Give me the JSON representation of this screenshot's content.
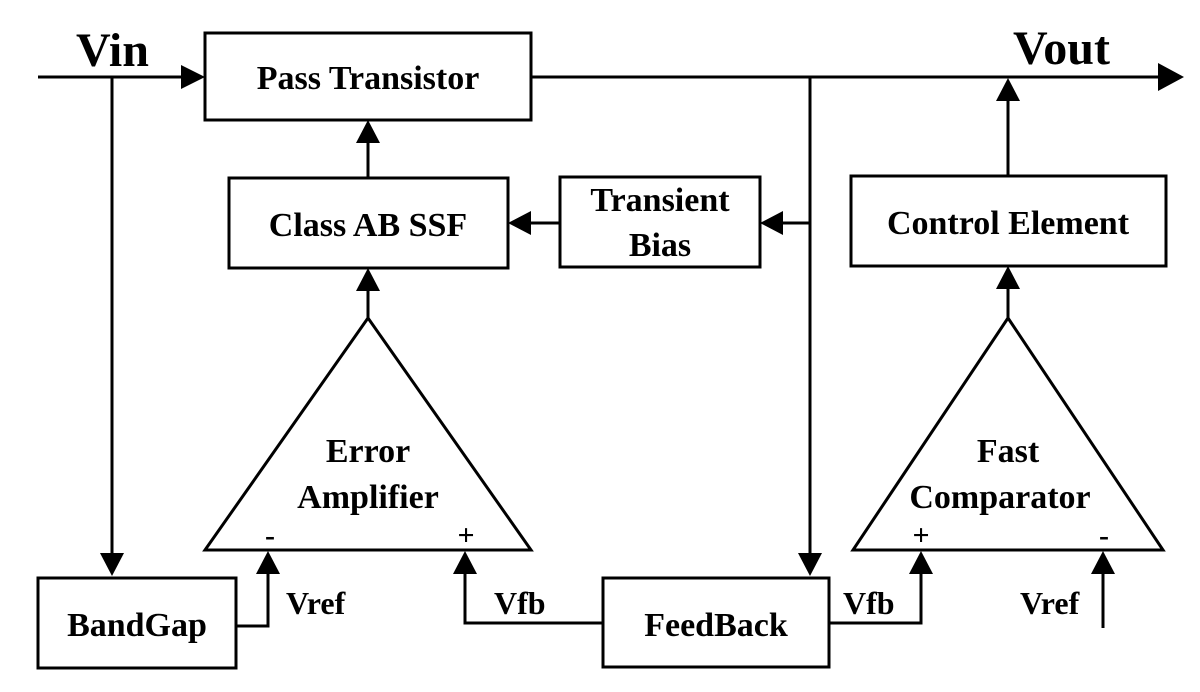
{
  "diagram": {
    "inputs": {
      "vin": "Vin",
      "vout": "Vout"
    },
    "blocks": {
      "pass_transistor": "Pass Transistor",
      "class_ab_ssf": "Class AB SSF",
      "transient_bias": [
        "Transient",
        "Bias"
      ],
      "control_element": "Control Element",
      "bandgap": "BandGap",
      "feedback": "FeedBack"
    },
    "amplifiers": {
      "error_amplifier": {
        "label": [
          "Error",
          "Amplifier"
        ],
        "neg": "-",
        "pos": "+"
      },
      "fast_comparator": {
        "label": [
          "Fast",
          "Comparator"
        ],
        "pos": "+",
        "neg": "-"
      }
    },
    "signals": {
      "vref_left": "Vref",
      "vfb_left": "Vfb",
      "vfb_right": "Vfb",
      "vref_right": "Vref"
    }
  }
}
